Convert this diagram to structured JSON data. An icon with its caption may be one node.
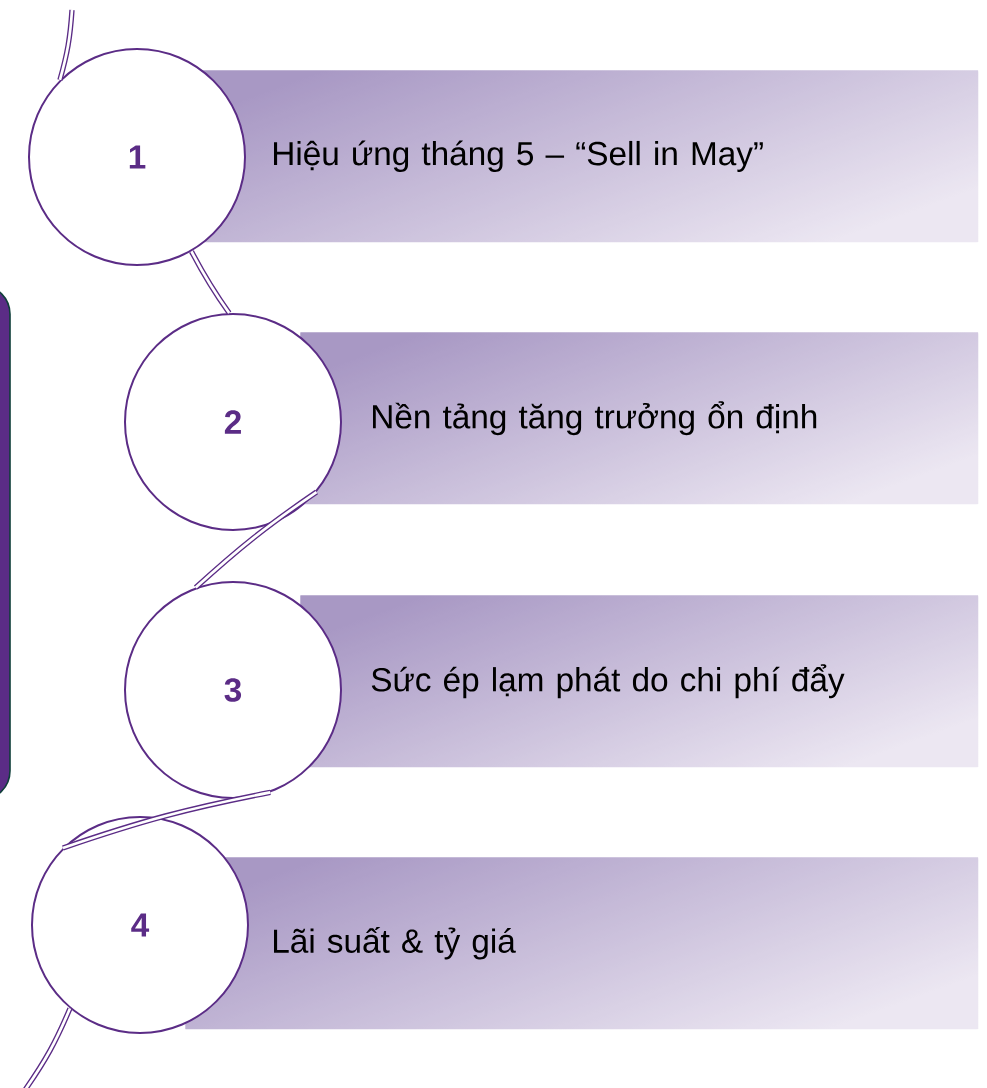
{
  "diagram": {
    "nodes": [
      {
        "text": [
          "1"
        ]
      },
      {
        "text": [
          "Hiệu ứng tháng 5 – “Sell in May”"
        ]
      },
      {
        "text": [
          "2"
        ]
      },
      {
        "text": [
          "Nền tảng tăng trưởng ổn định"
        ]
      },
      {
        "text": [
          "3"
        ]
      },
      {
        "text": [
          "Sức ép lạm phát do chi phí đẩy"
        ]
      },
      {
        "text": [
          "4"
        ]
      },
      {
        "text": [
          "Lãi suất & tỷ giá"
        ]
      }
    ],
    "edges": [
      {
        "from": null,
        "to": 0,
        "arrow": "none"
      },
      {
        "from": 0,
        "to": 2,
        "arrow": "none"
      },
      {
        "from": 2,
        "to": 4,
        "arrow": "none"
      },
      {
        "from": 4,
        "to": 6,
        "arrow": "none"
      },
      {
        "from": 6,
        "to": null,
        "arrow": "none"
      }
    ]
  }
}
